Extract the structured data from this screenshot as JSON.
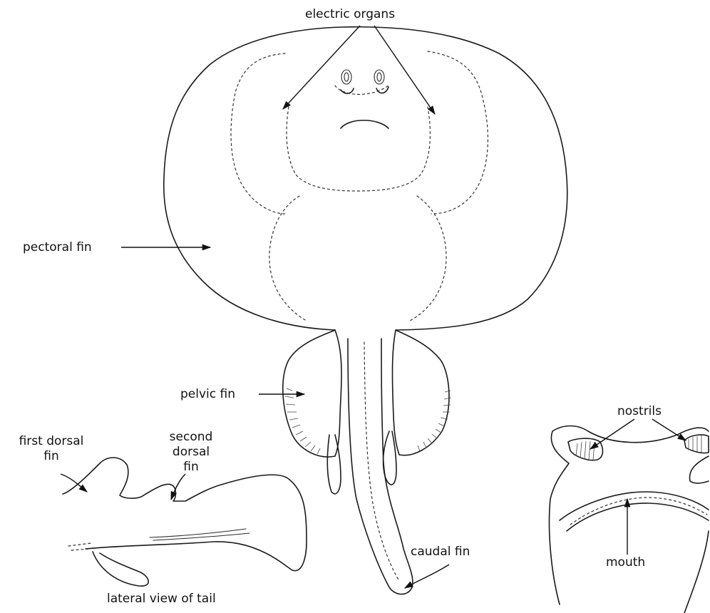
{
  "labels": {
    "electric_organs": "electric organs",
    "pectoral_fin": "pectoral fin",
    "pelvic_fin": "pelvic fin",
    "first_dorsal_fin_line1": "first dorsal",
    "first_dorsal_fin_line2": "fin",
    "second_dorsal_fin_line1": "second",
    "second_dorsal_fin_line2": "dorsal",
    "second_dorsal_fin_line3": "fin",
    "caudal_fin": "caudal fin",
    "lateral_view_of_tail": "lateral view of tail",
    "nostrils": "nostrils",
    "mouth": "mouth"
  },
  "icons": {
    "main_figure": "electric-ray-dorsal-view-illustration",
    "tail_figure": "tail-lateral-view-illustration",
    "mouth_figure": "ventral-head-detail-illustration"
  }
}
